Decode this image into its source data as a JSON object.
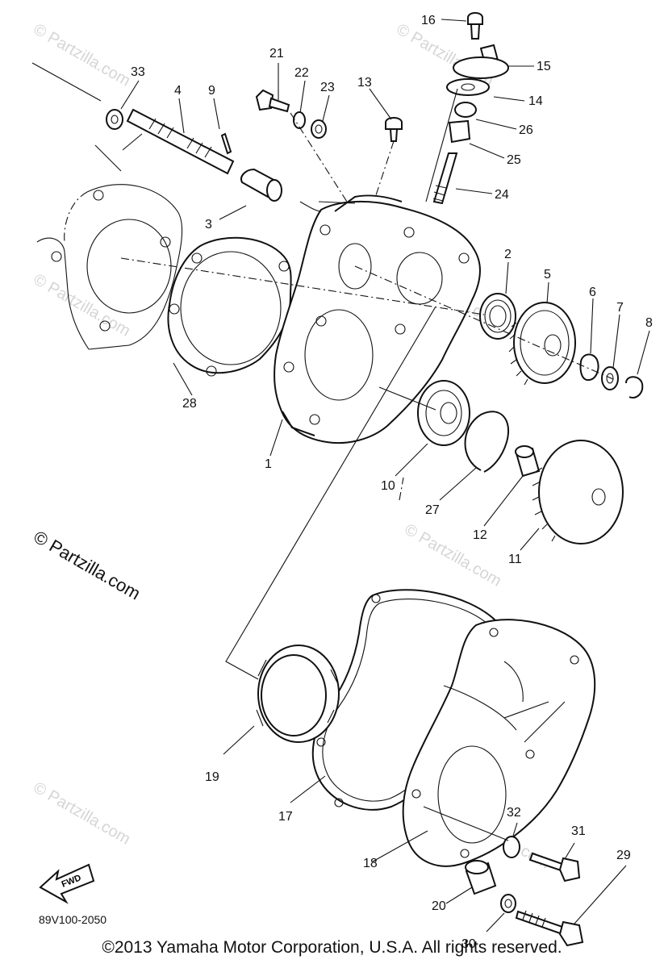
{
  "diagram": {
    "part_numbers": [
      "1",
      "2",
      "3",
      "4",
      "5",
      "6",
      "7",
      "8",
      "9",
      "10",
      "11",
      "12",
      "13",
      "14",
      "15",
      "16",
      "17",
      "18",
      "19",
      "20",
      "21",
      "22",
      "23",
      "24",
      "25",
      "26",
      "27",
      "28",
      "29",
      "30",
      "31",
      "32",
      "33"
    ],
    "watermark_main": "© Partzilla.com",
    "watermark_faint": "© Partzilla.com",
    "fwd_label": "FWD",
    "diagram_code": "89V100-2050"
  },
  "footer": {
    "copyright": "©2013  Yamaha Motor Corporation, U.S.A. All rights reserved."
  }
}
